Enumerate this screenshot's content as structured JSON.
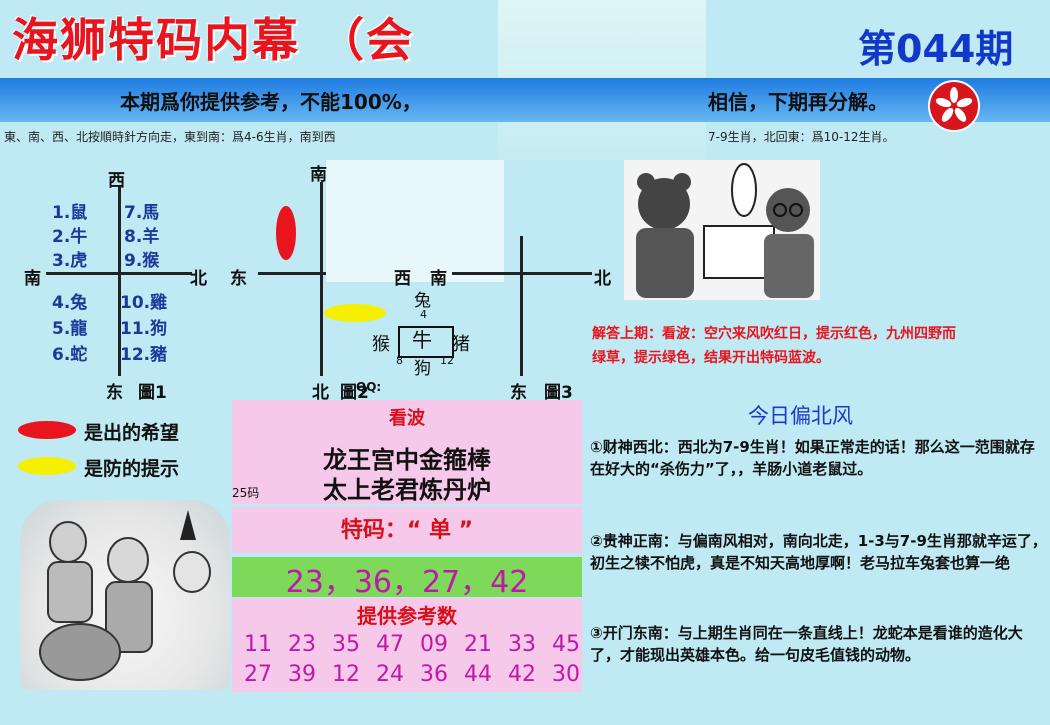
{
  "header": {
    "title": "海狮特码内幕 （会",
    "issue": "第044期"
  },
  "banner": {
    "left": "本期爲你提供参考，不能100%，",
    "right": "相信，下期再分解。"
  },
  "rules": {
    "left": "東、南、西、北按順時針方向走，東到南：爲4-6生肖，南到西",
    "right": "7-9生肖，北回東：爲10-12生肖。"
  },
  "figure1": {
    "top": "西",
    "left": "南",
    "right": "北",
    "bottom": "东",
    "caption": "圖1",
    "left_items": [
      "1.鼠",
      "2.牛",
      "3.虎",
      "4.兔",
      "5.龍",
      "6.蛇"
    ],
    "right_items": [
      "7.馬",
      "8.羊",
      "9.猴",
      "10.雞",
      "11.狗",
      "12.豬"
    ]
  },
  "figure2": {
    "top": "南",
    "left": "东",
    "right": "西",
    "bottom": "北",
    "caption": "圖2",
    "qq": "QQ:",
    "center": "牛",
    "above": "兔",
    "below": "狗",
    "left_side": "猴",
    "right_side": "猪",
    "n4": "4",
    "n8": "8",
    "n12": "12"
  },
  "figure3": {
    "top": "南",
    "right": "北",
    "bottom": "东",
    "caption": "圖3"
  },
  "legend": {
    "red": "是出的希望",
    "yellow": "是防的提示",
    "red_color": "#e8141e",
    "yellow_color": "#f5f000"
  },
  "kanbo": {
    "title": "看波",
    "line1": "龙王宫中金箍棒",
    "line2": "太上老君炼丹炉",
    "side": "25码"
  },
  "tema": {
    "label": "特码：“ 单 ”"
  },
  "numbers": {
    "main": "23，36，27，42",
    "ref_title": "提供参考数",
    "row1": [
      "11",
      "23",
      "35",
      "47",
      "09",
      "21",
      "33",
      "45"
    ],
    "row2": [
      "27",
      "39",
      "12",
      "24",
      "36",
      "44",
      "42",
      "30"
    ]
  },
  "answer": {
    "line1": "解答上期：看波：空穴来风吹红日，提示红色，九州四野而",
    "line2": "绿草，提示绿色，结果开出特码蓝波。"
  },
  "today": {
    "title": "今日偏北风",
    "p1": "①财神西北：西北为7-9生肖！如果正常走的话！那么这一范围就存在好大的“杀伤力”了，，羊肠小道老鼠过。",
    "p2": "②贵神正南：与偏南风相对，南向北走，1-3与7-9生肖那就辛运了，初生之犊不怕虎，真是不知天高地厚啊！老马拉车兔套也算一绝",
    "p3": "③开门东南：与上期生肖同在一条直线上！龙蛇本是看谁的造化大了，才能现出英雄本色。给一句皮毛值钱的动物。"
  }
}
